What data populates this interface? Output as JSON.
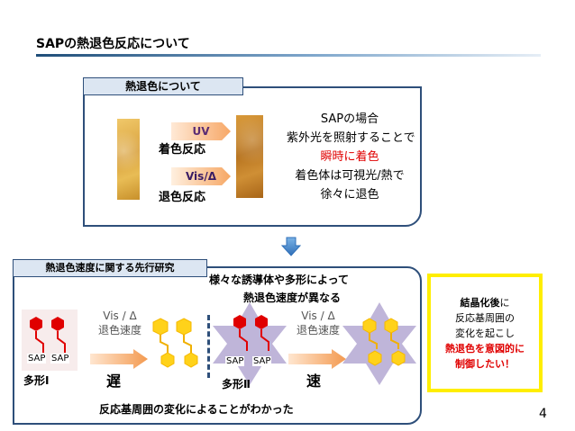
{
  "title": "SAPの熱退色反応について",
  "top_section": {
    "tag": "熱退色について",
    "uv_label": "UV",
    "coloring_label": "着色反応",
    "vis_label": "Vis/Δ",
    "fading_label": "退色反応",
    "desc_line1": "SAPの場合",
    "desc_line2": "紫外光を照射することで",
    "desc_line3": "瞬時に着色",
    "desc_line4": "着色体は可視光/熱で",
    "desc_line5": "徐々に退色"
  },
  "bottom_section": {
    "tag": "熱退色速度に関する先行研究",
    "heading_line1": "様々な誘導体や多形によって",
    "heading_line2": "熱退色速度が異なる",
    "vis_label_1": "Vis / Δ",
    "fade_speed_1": "退色速度",
    "vis_label_2": "Vis / Δ",
    "fade_speed_2": "退色速度",
    "sap_1a": "SAP",
    "sap_1b": "SAP",
    "sap_2a": "SAP",
    "sap_2b": "SAP",
    "polymorph_1": "多形Ⅰ",
    "polymorph_2": "多形Ⅱ",
    "slow": "遅",
    "fast": "速",
    "conclusion": "反応基周囲の変化によることがわかった"
  },
  "note": {
    "line1_bold": "結晶化後",
    "line1_rest": "に",
    "line2": "反応基周囲の",
    "line3": "変化を起こし",
    "line4": "熱退色を意図的に",
    "line5": "制御したい！"
  },
  "page_number": "4",
  "colors": {
    "accent_blue": "#2e4f7a",
    "tag_fill": "#dce6f2",
    "highlight_red": "#e00000",
    "note_border": "#ffee00",
    "molecule_red": "#e00000",
    "molecule_yellow": "#ffd21a"
  }
}
